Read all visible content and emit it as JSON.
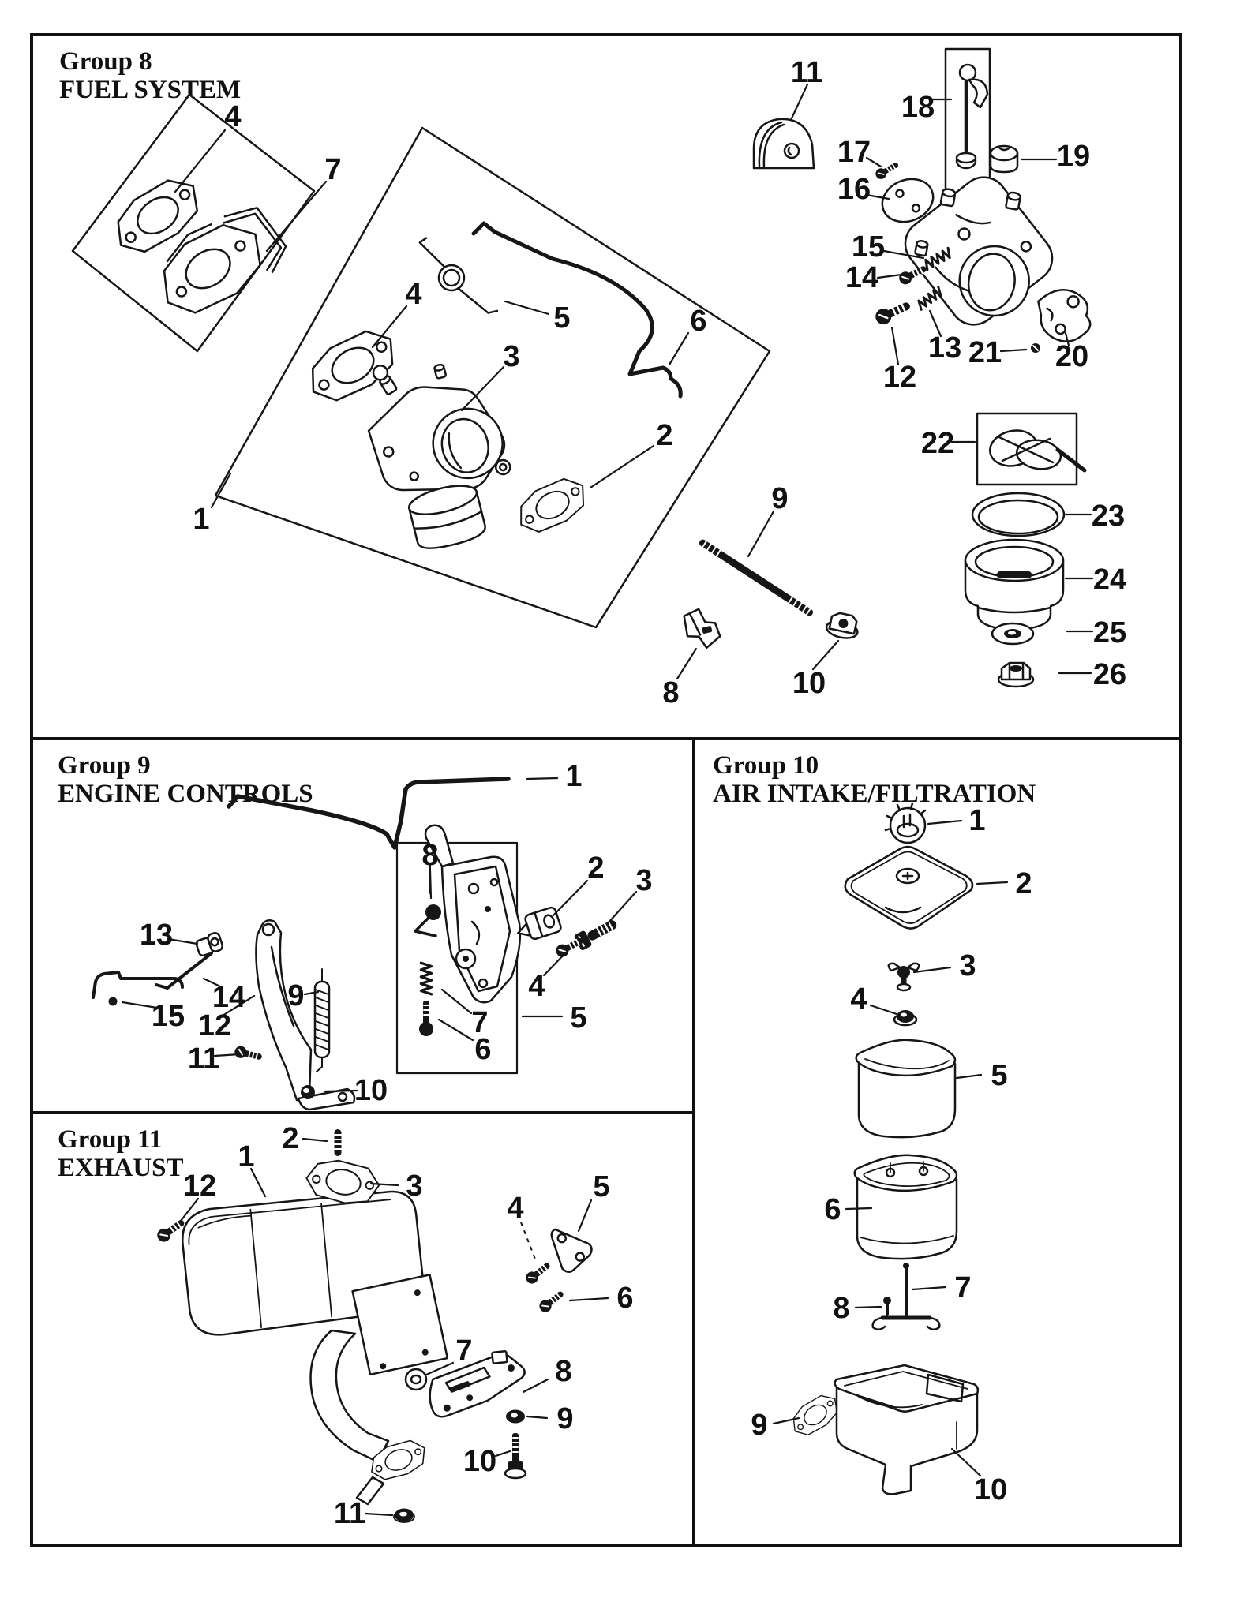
{
  "panels": {
    "group8": {
      "group": "Group 8",
      "title": "FUEL SYSTEM"
    },
    "group9": {
      "group": "Group 9",
      "title": "ENGINE CONTROLS"
    },
    "group10": {
      "group": "Group 10",
      "title": "AIR INTAKE/FILTRATION"
    },
    "group11": {
      "group": "Group 11",
      "title": "EXHAUST"
    }
  },
  "callouts": {
    "g8": {
      "1": "1",
      "2": "2",
      "3": "3",
      "4": "4",
      "5": "5",
      "6": "6",
      "7": "7",
      "8": "8",
      "9": "9",
      "10": "10",
      "11": "11",
      "12": "12",
      "13": "13",
      "14": "14",
      "15": "15",
      "16": "16",
      "17": "17",
      "18": "18",
      "19": "19",
      "20": "20",
      "21": "21",
      "22": "22",
      "23": "23",
      "24": "24",
      "25": "25",
      "26": "26"
    },
    "g9": {
      "1": "1",
      "2": "2",
      "3": "3",
      "4": "4",
      "5": "5",
      "6": "6",
      "7": "7",
      "8": "8",
      "9": "9",
      "10": "10",
      "11": "11",
      "12": "12",
      "13": "13",
      "14": "14",
      "15": "15"
    },
    "g10": {
      "1": "1",
      "2": "2",
      "3": "3",
      "4": "4",
      "5": "5",
      "6": "6",
      "7": "7",
      "8": "8",
      "9": "9",
      "10": "10"
    },
    "g11": {
      "1": "1",
      "2": "2",
      "3": "3",
      "4": "4",
      "5": "5",
      "6": "6",
      "7": "7",
      "8": "8",
      "9": "9",
      "10": "10",
      "11": "11",
      "12": "12"
    }
  }
}
